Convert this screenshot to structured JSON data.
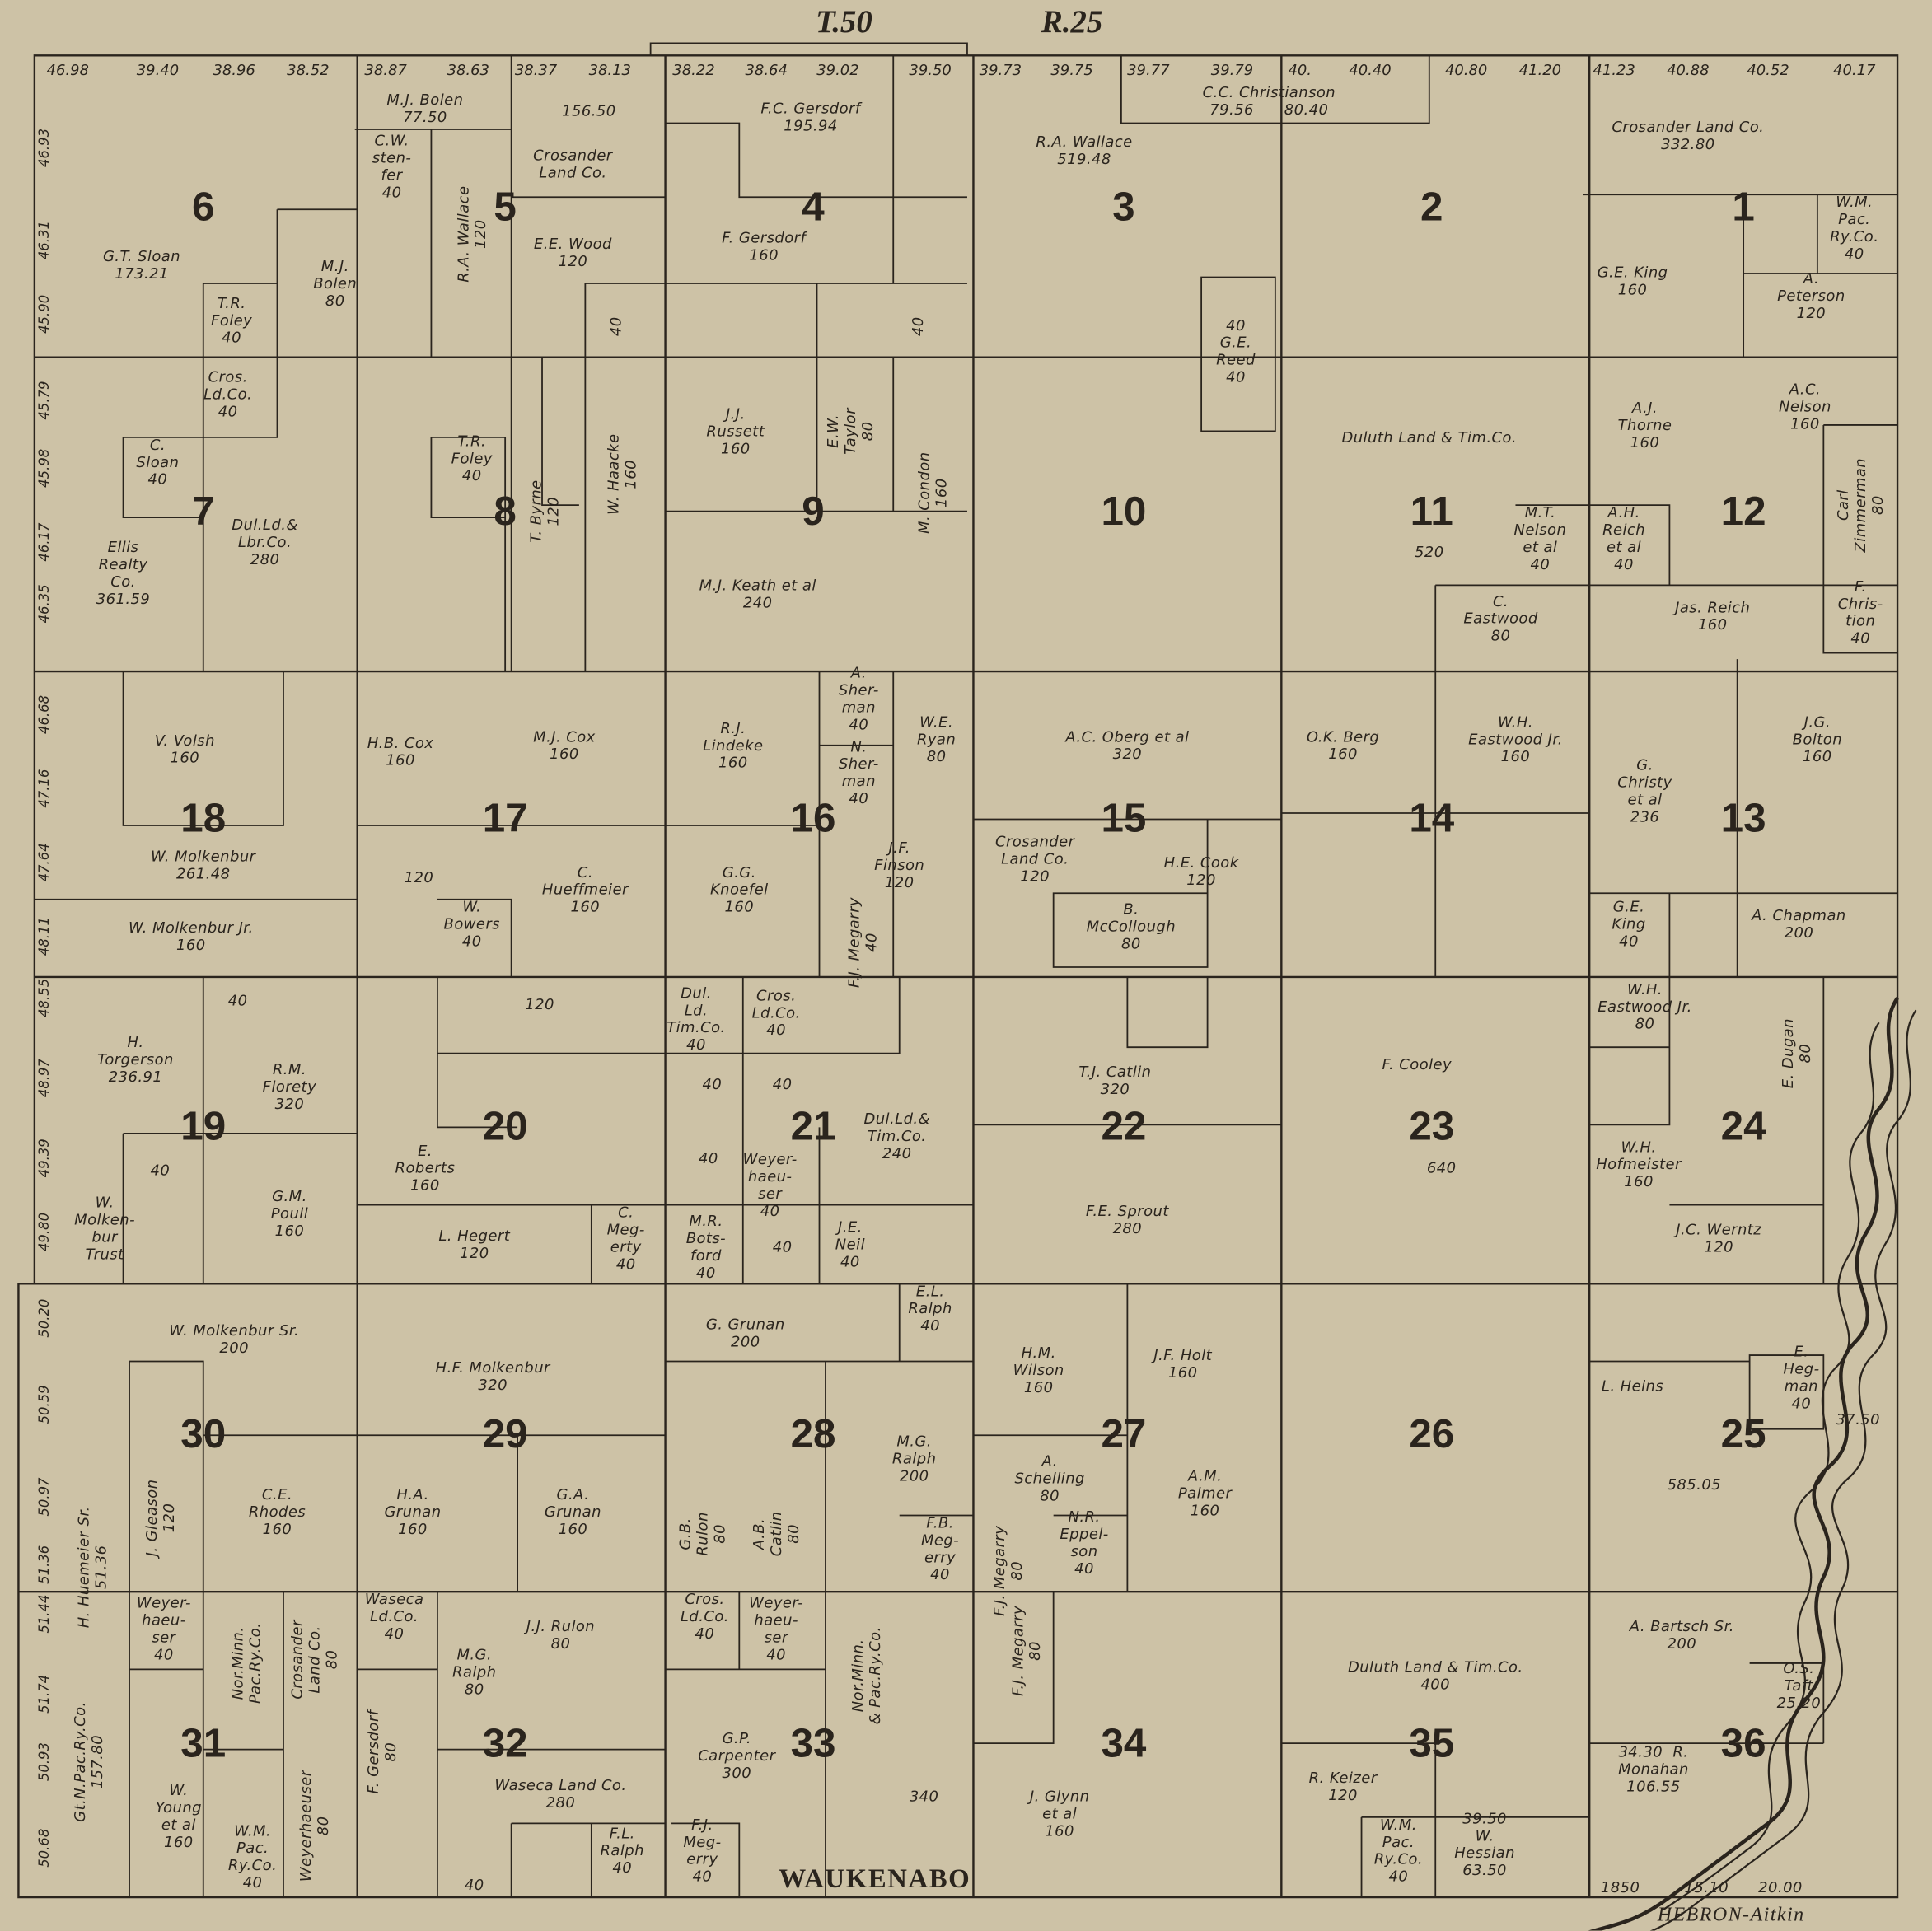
{
  "header": {
    "township": "T.50",
    "range": "R.25"
  },
  "top_margin": [
    "46.98",
    "39.40",
    "38.96",
    "38.52",
    "38.87",
    "38.63",
    "38.37",
    "38.13",
    "38.22",
    "38.64",
    "39.02",
    "39.50",
    "39.73",
    "39.75",
    "39.77",
    "39.79",
    "40.",
    "40.40",
    "40.80",
    "41.20",
    "41.23",
    "40.88",
    "40.52",
    "40.17"
  ],
  "left_margin": [
    "46.93",
    "46.31",
    "45.90",
    "45.79",
    "45.98",
    "46.17",
    "46.35",
    "46.68",
    "47.16",
    "47.64",
    "48.11",
    "48.55",
    "48.97",
    "49.39",
    "49.80",
    "50.20",
    "50.59",
    "50.97",
    "51.36",
    "51.44",
    "51.74",
    "50.93",
    "50.68"
  ],
  "sections": [
    "1",
    "2",
    "3",
    "4",
    "5",
    "6",
    "7",
    "8",
    "9",
    "10",
    "11",
    "12",
    "13",
    "14",
    "15",
    "16",
    "17",
    "18",
    "19",
    "20",
    "21",
    "22",
    "23",
    "24",
    "25",
    "26",
    "27",
    "28",
    "29",
    "30",
    "31",
    "32",
    "33",
    "34",
    "35",
    "36"
  ],
  "parcels": [
    "M.J. Bolen\n77.50",
    "C.W.\nsten-\nfer\n40",
    "R.A. Wallace\n120",
    "M.J.\nBolen\n80",
    "Crosander\nLand Co.",
    "156.50",
    "E.E. Wood\n120",
    "G.T. Sloan\n173.21",
    "T.R.\nFoley\n40",
    "Cros.\nLd.Co.\n40",
    "F.C. Gersdorf\n195.94",
    "F. Gersdorf\n160",
    "40",
    "R.A. Wallace\n519.48",
    "C.C. Christianson\n79.56      80.40",
    "40\nG.E.\nReed\n40",
    "Crosander Land Co.\n332.80",
    "G.E. King\n160",
    "W.M.\nPac.\nRy.Co.\n40",
    "A.\nPeterson\n120",
    "40",
    "C.\nSloan\n40",
    "Dul.Ld.&\nLbr.Co.\n280",
    "Ellis\nRealty\nCo.\n361.59",
    "T.R.\nFoley\n40",
    "T. Byrne\n120",
    "W. Haacke\n160",
    "J.J.\nRussett\n160",
    "E.W.\nTaylor\n80",
    "M. Condon\n160",
    "M.J. Keath et al\n240",
    "Duluth Land & Tim.Co.",
    "520",
    "A.C.\nNelson\n160",
    "A.J.\nThorne\n160",
    "Carl\nZimmerman\n80",
    "M.T.\nNelson\net al\n40",
    "A.H.\nReich\net al\n40",
    "C.\nEastwood\n80",
    "Jas. Reich\n160",
    "F.\nChris-\ntion\n40",
    "V. Volsh\n160",
    "W. Molkenbur\n261.48",
    "W. Molkenbur Jr.\n160",
    "H.B. Cox\n160",
    "M.J. Cox\n160",
    "120",
    "W.\nBowers\n40",
    "C.\nHueffmeier\n160",
    "R.J.\nLindeke\n160",
    "A.\nSher-\nman\n40",
    "N.\nSher-\nman\n40",
    "W.E.\nRyan\n80",
    "G.G.\nKnoefel\n160",
    "J.F.\nFinson\n120",
    "F.J. Megarry\n40",
    "A.C. Oberg et al\n320",
    "Crosander\nLand Co.\n120",
    "H.E. Cook\n120",
    "B.\nMcCollough\n80",
    "O.K. Berg\n160",
    "W.H.\nEastwood Jr.\n160",
    "J.G.\nBolton\n160",
    "G.\nChristy\net al\n236",
    "G.E.\nKing\n40",
    "A. Chapman\n200",
    "H.\nTorgerson\n236.91",
    "40",
    "R.M.\nFlorety\n320",
    "40",
    "G.M.\nPoull\n160",
    "W.\nMolken-\nbur\nTrust",
    "120",
    "E.\nRoberts\n160",
    "L. Hegert\n120",
    "C.\nMeg-\nerty\n40",
    "Dul.\nLd.\nTim.Co.\n40",
    "Cros.\nLd.Co.\n40",
    "40",
    "40",
    "40",
    "Weyer-\nhaeu-\nser\n40",
    "M.R.\nBots-\nford\n40",
    "40",
    "J.E.\nNeil\n40",
    "Dul.Ld.&\nTim.Co.\n240",
    "T.J. Catlin\n320",
    "F.E. Sprout\n280",
    "F. Cooley",
    "640",
    "W.H.\nEastwood Jr.\n80",
    "E. Dugan\n80",
    "W.H.\nHofmeister\n160",
    "J.C. Werntz\n120",
    "W. Molkenbur Sr.\n200",
    "J. Gleason\n120",
    "C.E.\nRhodes\n160",
    "H.F. Molkenbur\n320",
    "H.A.\nGrunan\n160",
    "G.A.\nGrunan\n160",
    "G. Grunan\n200",
    "E.L.\nRalph\n40",
    "M.G.\nRalph\n200",
    "G.B.\nRulon\n80",
    "A.B.\nCatlin\n80",
    "F.B.\nMeg-\nerry\n40",
    "F.J. Megarry\n80",
    "H.M.\nWilson\n160",
    "J.F. Holt\n160",
    "A.\nSchelling\n80",
    "N.R.\nEppel-\nson\n40",
    "A.M.\nPalmer\n160",
    "L. Heins",
    "E.\nHeg-\nman\n40",
    "585.05",
    "37.50",
    "H. Huemeier Sr.\n51.36",
    "Weyer-\nhaeu-\nser\n40",
    "W.\nYoung\net al\n160",
    "Gt.N.Pac.Ry.Co.\n157.80",
    "Nor.Minn.\nPac.Ry.Co.",
    "Crosander\nLand Co.\n80",
    "W.M.\nPac.\nRy.Co.\n40",
    "Weyerhaeuser\n80",
    "Waseca\nLd.Co.\n40",
    "M.G.\nRalph\n80",
    "J.J. Rulon\n80",
    "F. Gersdorf\n80",
    "Waseca Land Co.\n280",
    "40",
    "Cros.\nLd.Co.\n40",
    "Weyer-\nhaeu-\nser\n40",
    "Nor.Minn.\n& Pac.Ry.Co.",
    "G.P.\nCarpenter\n300",
    "340",
    "F.J.\nMeg-\nerry\n40",
    "F.L.\nRalph\n40",
    "F.J. Megarry\n80",
    "J. Glynn\net al\n160",
    "Duluth Land & Tim.Co.\n400",
    "R. Keizer\n120",
    "W.M.\nPac.\nRy.Co.\n40",
    "39.50\nW.\nHessian\n63.50",
    "A. Bartsch Sr.\n200",
    "O.S.\nTaft\n25.20",
    "34.30  R.\nMonahan\n106.55",
    "1850",
    "15.10",
    "20.00"
  ],
  "places": {
    "south_town": "WAUKENABO",
    "southeast_town": "HEBRON-Aitkin"
  },
  "colors": {
    "paper": "#cdc2a6",
    "ink": "#2a241d"
  }
}
